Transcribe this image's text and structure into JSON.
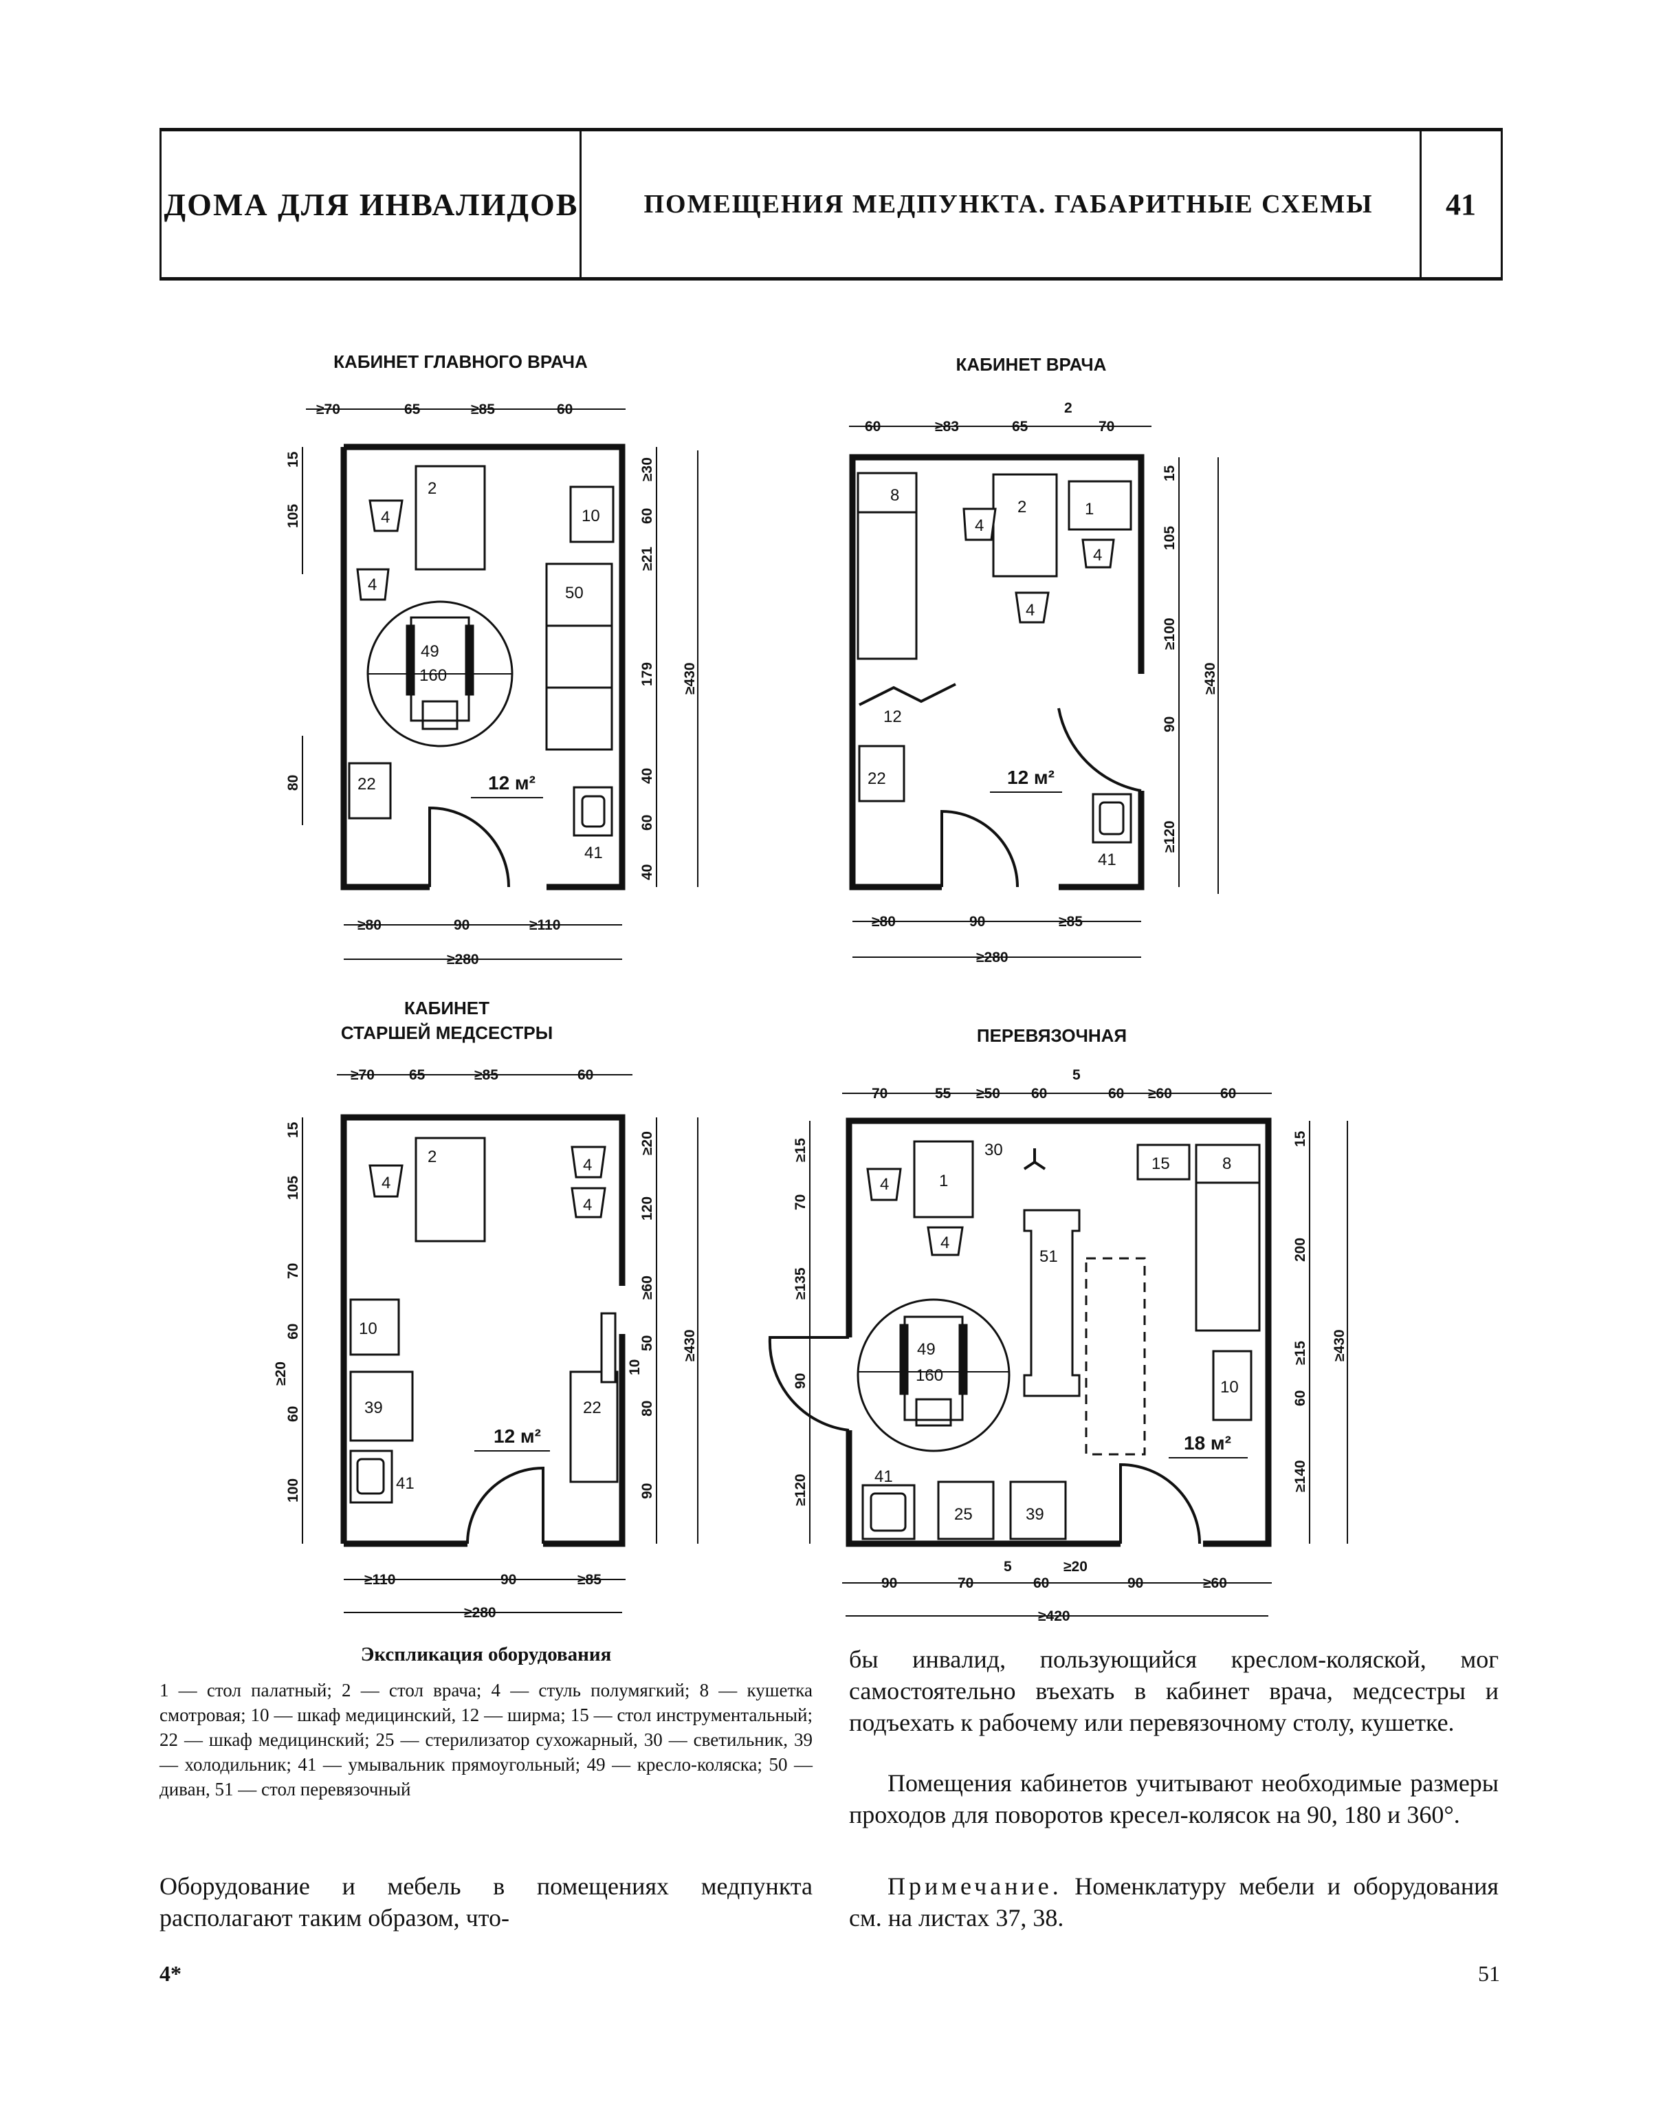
{
  "header": {
    "series": "ДОМА ДЛЯ ИНВАЛИДОВ",
    "sheet_title": "ПОМЕЩЕНИЯ МЕДПУНКТА. ГАБАРИТНЫЕ СХЕМЫ",
    "sheet_number": "41"
  },
  "plans": {
    "chief": {
      "title": "КАБИНЕТ ГЛАВНОГО ВРАЧА",
      "area": "12 м²",
      "top_dims": [
        "≥70",
        "65",
        "≥85",
        "60"
      ],
      "bottom_dims": [
        "≥80",
        "90",
        "≥110"
      ],
      "total_width": "≥280",
      "left_dims": [
        "15",
        "105",
        "80"
      ],
      "right_dims": [
        "≥30",
        "60",
        "≥21",
        "179",
        "40",
        "60",
        "40"
      ],
      "total_height": "≥430",
      "wheelchair_label": "49",
      "turn_dim": "160",
      "items": [
        "2",
        "4",
        "4",
        "10",
        "50",
        "22",
        "41"
      ]
    },
    "doctor": {
      "title": "КАБИНЕТ ВРАЧА",
      "area": "12 м²",
      "top_dims": [
        "60",
        "≥83",
        "65",
        "2",
        "70"
      ],
      "bottom_dims": [
        "≥80",
        "90",
        "≥85"
      ],
      "total_width": "≥280",
      "right_dims": [
        "15",
        "105",
        "≥100",
        "90",
        "≥120"
      ],
      "total_height": "≥430",
      "items": [
        "8",
        "2",
        "1",
        "4",
        "4",
        "4",
        "12",
        "22",
        "41"
      ]
    },
    "nurse": {
      "title_line1": "КАБИНЕТ",
      "title_line2": "СТАРШЕЙ МЕДСЕСТРЫ",
      "area": "12 м²",
      "top_dims": [
        "≥70",
        "65",
        "≥85",
        "60"
      ],
      "bottom_dims": [
        "≥110",
        "90",
        "≥85"
      ],
      "total_width": "≥280",
      "left_dims": [
        "15",
        "105",
        "70",
        "60",
        "≥20",
        "60",
        "100"
      ],
      "right_dims": [
        "≥20",
        "120",
        "≥60",
        "50",
        "10",
        "80",
        "90"
      ],
      "total_height": "≥430",
      "items": [
        "2",
        "4",
        "4",
        "4",
        "10",
        "39",
        "22",
        "41"
      ]
    },
    "dressing": {
      "title": "ПЕРЕВЯЗОЧНАЯ",
      "area": "18 м²",
      "top_dims": [
        "70",
        "55",
        "≥50",
        "60",
        "5",
        "60",
        "≥60",
        "60"
      ],
      "bottom_dims": [
        "90",
        "70",
        "5",
        "60",
        "≥20",
        "90",
        "≥60"
      ],
      "total_width": "≥420",
      "left_dims": [
        "≥15",
        "70",
        "≥135",
        "90",
        "≥120"
      ],
      "right_dims": [
        "15",
        "200",
        "≥15",
        "60",
        "≥140"
      ],
      "total_height": "≥430",
      "wheelchair_label": "49",
      "turn_dim": "160",
      "items": [
        "1",
        "4",
        "4",
        "30",
        "15",
        "8",
        "51",
        "10",
        "41",
        "25",
        "39"
      ]
    }
  },
  "legend": {
    "heading": "Экспликация оборудования",
    "text": "1 — стол палатный; 2 — стол врача; 4 — стуль полумягкий; 8 — кушетка смотровая; 10 — шкаф медицинский, 12 — ширма; 15 — стол инструментальный; 22 — шкаф медицинский; 25 — стерилизатор сухожарный, 30 — светильник, 39 — холодильник; 41 — умывальник прямоугольный; 49 — кресло-коляска; 50 — диван, 51 — стол перевязочный"
  },
  "body": {
    "col1_para": "Оборудование и мебель в помещениях медпункта располагают таким образом, что-",
    "col2_para1": "бы инвалид, пользующийся креслом-коляской, мог самостоятельно въехать в кабинет врача, медсестры и подъехать к рабочему или перевязочному столу, кушетке.",
    "col2_para2": "Помещения кабинетов учитывают необходимые размеры проходов для поворотов кресел-колясок на 90, 180 и 360°.",
    "note_label": "Примечание.",
    "note_text": " Номенклатуру мебели и оборудования см. на листах 37, 38."
  },
  "footer": {
    "left": "4*",
    "right": "51"
  }
}
